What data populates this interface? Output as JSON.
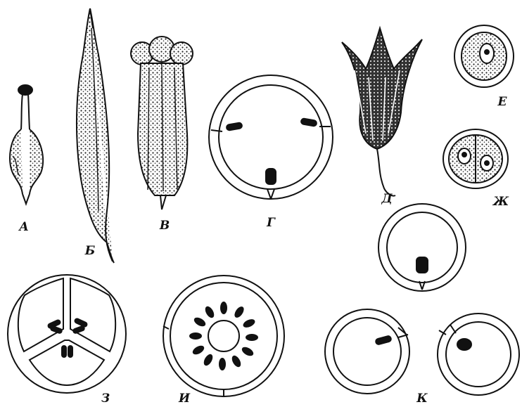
{
  "labels": {
    "a": "А",
    "b": "Б",
    "v": "В",
    "g": "Г",
    "d": "Д",
    "e": "Е",
    "zh": "Ж",
    "z": "З",
    "i": "И",
    "k": "К"
  },
  "colors": {
    "ink": "#111111",
    "paper": "#ffffff",
    "stipple": "#555555"
  }
}
